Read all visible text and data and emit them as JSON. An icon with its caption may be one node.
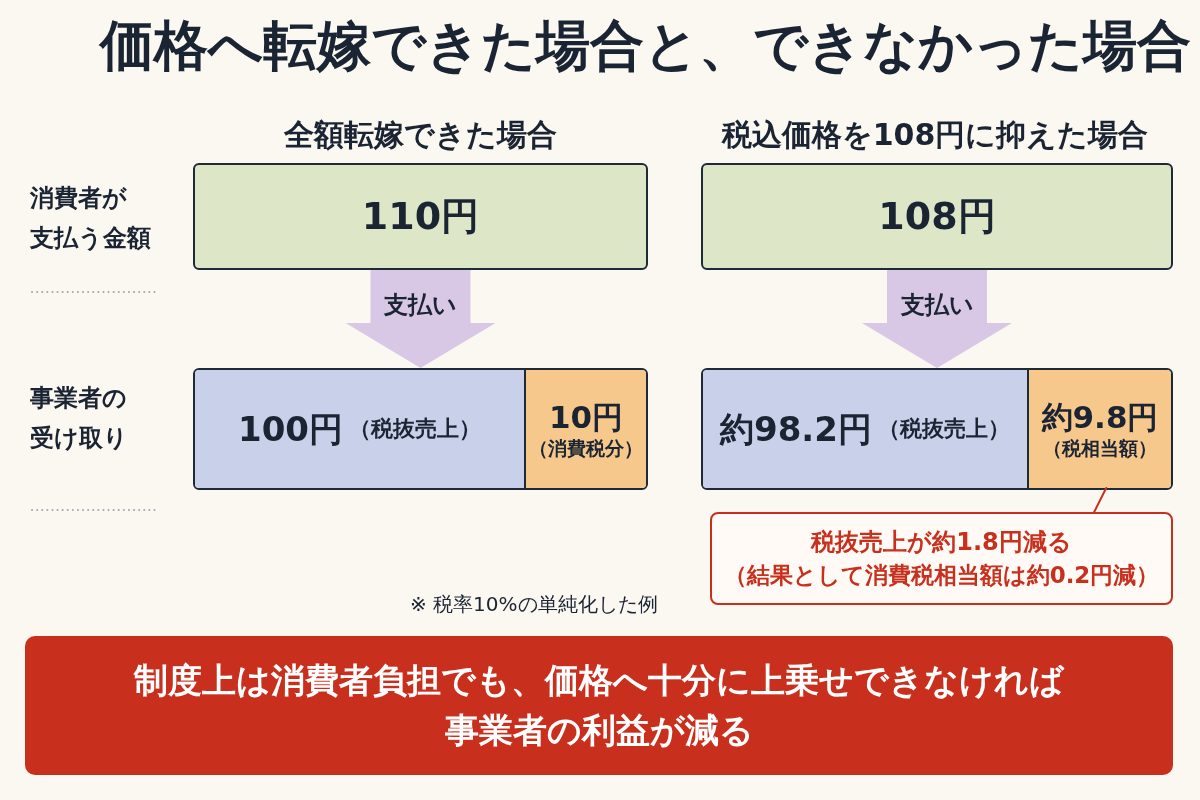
{
  "diagram": {
    "title": "価格へ転嫁できた場合と、できなかった場合",
    "nodes": [
      {
        "text": [
          "110円"
        ]
      },
      {
        "text": [],
        "shape": "bar"
      },
      {
        "text": [
          "100円",
          "（税抜売上）"
        ],
        "in": 1
      },
      {
        "text": [
          "10円",
          "（消費税分）"
        ],
        "in": 1
      },
      {
        "text": [
          "108円"
        ]
      },
      {
        "text": [],
        "shape": "bar"
      },
      {
        "text": [
          "約98.2円",
          "（税抜売上）"
        ],
        "in": 5
      },
      {
        "text": [
          "約9.8円",
          "（税相当額）"
        ],
        "in": 5
      },
      {
        "text": [
          "税抜売上が約1.8円減る",
          "（結果として消費税相当額は約0.2円減）"
        ]
      },
      {
        "text": [
          "制度上は消費者負担でも、価格へ十分に上乗せできなければ事業者の利益が減る"
        ]
      }
    ],
    "edges": [
      {
        "from": 0,
        "to": 1,
        "arrow": "to",
        "label": "支払い"
      },
      {
        "from": 4,
        "to": 5,
        "arrow": "to",
        "label": "支払い"
      },
      {
        "from": 8,
        "to": 7,
        "arrow": "none",
        "color": "#c8301e"
      }
    ],
    "labels": [
      "全額転嫁できた場合",
      "税込価格を108円に抑えた場合",
      "消費者が支払う金額",
      "事業者の受け取り",
      "※ 税率10%の単純化した例"
    ]
  }
}
